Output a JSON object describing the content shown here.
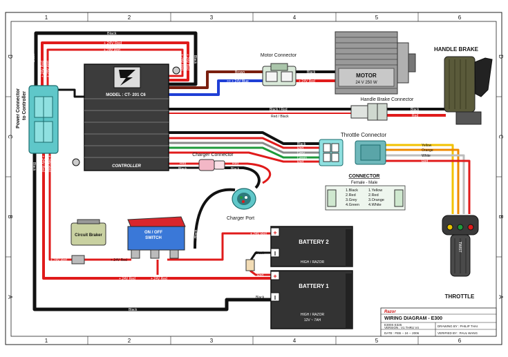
{
  "grid": {
    "columns": [
      "1",
      "2",
      "3",
      "4",
      "5",
      "6"
    ],
    "rows": [
      "D",
      "C",
      "B",
      "A"
    ]
  },
  "colors": {
    "red": "#e01b1b",
    "black": "#111111",
    "blue": "#1f3fd6",
    "brown": "#7a1f0f",
    "grey": "#8a8a8a",
    "green": "#1e9a3a",
    "yellow": "#f2c200",
    "orange": "#f08a00",
    "white": "#f4f4f4",
    "connector_cyan": "#5fc7c9",
    "switch_blue": "#3a78d8",
    "switch_red": "#d8262c"
  },
  "components": {
    "power_connector_line1": "Power Connector",
    "power_connector_line2": "to Controller",
    "controller_model": "MODEL : CT- 201 C6",
    "controller_label": "CONTROLLER",
    "motor_connector": "Motor Connector",
    "motor_name": "MOTOR",
    "motor_spec": "24 V 250 W",
    "handle_brake": "HANDLE BRAKE",
    "handle_brake_connector": "Handle Brake Connector",
    "throttle_connector": "Throttle Connector",
    "charger_connector": "Charger Connector",
    "charger_port": "Charger Port",
    "circuit_breaker": "Circuit Braker",
    "on_off_switch_line1": "ON / OFF",
    "on_off_switch_line2": "SWITCH",
    "throttle": "THROTTLE",
    "throttle_grip_text": "TWIST",
    "battery2_title": "BATTERY 2",
    "battery2_sub": "HIGH / RAZOR",
    "battery1_title": "BATTERY 1",
    "battery1_sub": "HIGH / RAZOR",
    "battery1_spec": "12V ~ 7AH",
    "plus_sign": "+",
    "minus_sign": "I"
  },
  "wire_labels": {
    "black": "Black",
    "red_24v": "+ 24V Red",
    "brown": "Brown",
    "blue_24v": ">> + 24V Blue",
    "red_24v_motor": "+ 24V Red",
    "black_red": "Black / Red",
    "red_black": "Red / Black",
    "red": "Red",
    "grey": "Grey",
    "green": "Green",
    "yellow": "Yellow",
    "orange": "Orange",
    "white": "White"
  },
  "connector_legend": {
    "title": "CONNECTOR",
    "subtitle": "Female  -  Male",
    "female_pins": [
      "1.Black",
      "2.Red",
      "3.Grey",
      "4.Green"
    ],
    "male_pins": [
      "1.Yellow",
      "2.Red",
      "3.Orange",
      "4.White"
    ]
  },
  "title_block": {
    "brand": "Razor",
    "title": "WIRING DIAGRAM - E300",
    "models": "E300S E325",
    "version": "VERSION : V1 THRU V4",
    "date": "DATE : FEB -- 24 -- 2006",
    "drawing_by": "DRAWING BY : PHILIP THAI",
    "verified_by": "VERIFIED BY : PAUL WANG"
  }
}
